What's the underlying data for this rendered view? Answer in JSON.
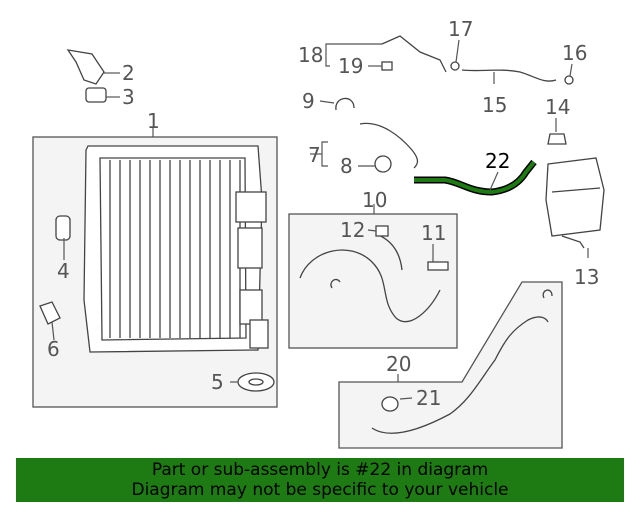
{
  "callouts": {
    "c1": "1",
    "c2": "2",
    "c3": "3",
    "c4": "4",
    "c5": "5",
    "c6": "6",
    "c7": "7",
    "c8": "8",
    "c9": "9",
    "c10": "10",
    "c11": "11",
    "c12": "12",
    "c13": "13",
    "c14": "14",
    "c15": "15",
    "c16": "16",
    "c17": "17",
    "c18": "18",
    "c19": "19",
    "c20": "20",
    "c21": "21",
    "c22": "22"
  },
  "highlight_part": "22",
  "colors": {
    "highlight": "#1e7a12",
    "banner_bg": "#1e7a12",
    "line": "#444444"
  },
  "banner": {
    "line1": "Part or sub-assembly is #22 in diagram",
    "line2": "Diagram may not be specific to your vehicle"
  }
}
